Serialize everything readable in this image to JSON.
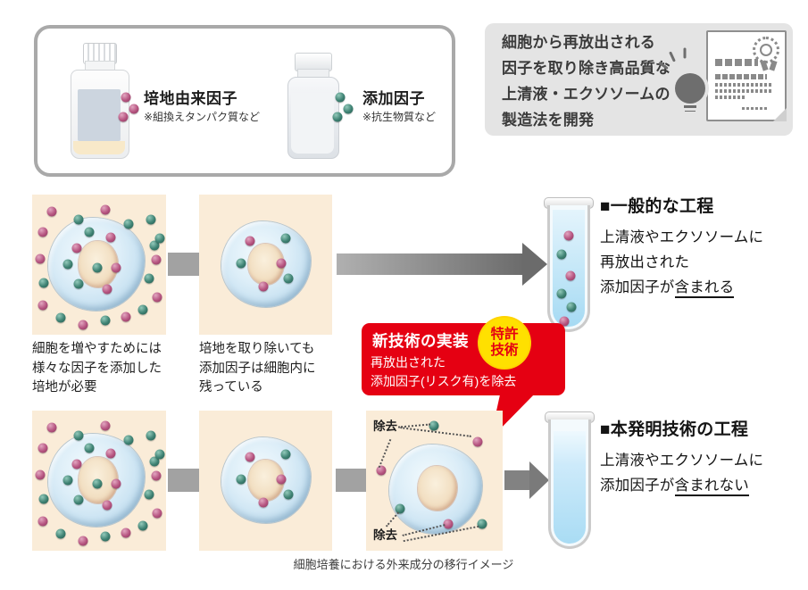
{
  "legend": {
    "item1": {
      "label": "培地由来因子",
      "note": "※組換えタンパク質など"
    },
    "item2": {
      "label": "添加因子",
      "note": "※抗生物質など"
    }
  },
  "highlight": {
    "lines": [
      "細胞から再放出される",
      "因子を取り除き高品質な",
      "上清液・エクソソームの",
      "製造法を開発"
    ]
  },
  "row1": {
    "caption1": [
      "細胞を増やすためには",
      "様々な因子を添加した",
      "培地が必要"
    ],
    "caption2": [
      "培地を取り除いても",
      "添加因子は細胞内に",
      "残っている"
    ],
    "heading": "■一般的な工程",
    "body_line1": "上清液やエクソソームに",
    "body_line2": "再放出された",
    "body_line3_prefix": "添加因子が",
    "body_line3_underline": "含まれる"
  },
  "callout": {
    "title": "新技術の実装",
    "line1": "再放出された",
    "line2": "添加因子(リスク有)を除去",
    "badge_line1": "特許",
    "badge_line2": "技術"
  },
  "row2": {
    "removal_label_top": "除去",
    "removal_label_bottom": "除去",
    "heading": "■本発明技術の工程",
    "body_line1": "上清液やエクソソームに",
    "body_line2_prefix": "添加因子が",
    "body_line2_underline": "含まれない"
  },
  "footer_caption": "細胞培養における外来成分の移行イメージ",
  "colors": {
    "accent_red": "#e50012",
    "badge_yellow": "#ffe000",
    "dot_pink": "#b5537f",
    "dot_teal": "#3d8172",
    "panel_bg": "#faecd8",
    "arrow_gray": "#8a8a8a",
    "highlight_bg": "#e4e4e4"
  },
  "dots": {
    "legend_media": [
      [
        99,
        77,
        "p"
      ],
      [
        108,
        90,
        "p"
      ],
      [
        96,
        99,
        "p"
      ]
    ],
    "legend_additive": [
      [
        339,
        77,
        "t"
      ],
      [
        348,
        90,
        "t"
      ],
      [
        336,
        99,
        "t"
      ]
    ],
    "panel_large": [
      [
        22,
        19,
        "p"
      ],
      [
        52,
        28,
        "t"
      ],
      [
        82,
        17,
        "p"
      ],
      [
        108,
        33,
        "t"
      ],
      [
        133,
        28,
        "t"
      ],
      [
        12,
        42,
        "p"
      ],
      [
        137,
        57,
        "t"
      ],
      [
        9,
        72,
        "p"
      ],
      [
        13,
        99,
        "t"
      ],
      [
        12,
        124,
        "p"
      ],
      [
        32,
        138,
        "t"
      ],
      [
        57,
        146,
        "p"
      ],
      [
        82,
        141,
        "t"
      ],
      [
        105,
        137,
        "p"
      ],
      [
        124,
        129,
        "t"
      ],
      [
        140,
        115,
        "p"
      ],
      [
        131,
        94,
        "t"
      ],
      [
        139,
        73,
        "p"
      ],
      [
        143,
        49,
        "t"
      ],
      [
        64,
        42,
        "t"
      ],
      [
        88,
        48,
        "p"
      ],
      [
        50,
        60,
        "p"
      ],
      [
        40,
        78,
        "t"
      ],
      [
        73,
        82,
        "t"
      ],
      [
        94,
        82,
        "p"
      ],
      [
        52,
        100,
        "t"
      ],
      [
        84,
        106,
        "p"
      ]
    ],
    "panel_washed": [
      [
        57,
        52,
        "p"
      ],
      [
        97,
        49,
        "t"
      ],
      [
        92,
        77,
        "p"
      ],
      [
        47,
        77,
        "t"
      ],
      [
        72,
        103,
        "p"
      ],
      [
        100,
        94,
        "t"
      ]
    ],
    "panel_cleaned": [
      [
        76,
        17,
        "t"
      ],
      [
        125,
        35,
        "p"
      ],
      [
        17,
        67,
        "p"
      ],
      [
        38,
        110,
        "t"
      ],
      [
        92,
        127,
        "p"
      ],
      [
        130,
        127,
        "t"
      ]
    ],
    "tube1": [
      [
        21,
        34,
        "p"
      ],
      [
        13,
        55,
        "t"
      ],
      [
        23,
        79,
        "p"
      ],
      [
        13,
        99,
        "t"
      ],
      [
        24,
        114,
        "t"
      ],
      [
        16,
        130,
        "p"
      ]
    ]
  }
}
